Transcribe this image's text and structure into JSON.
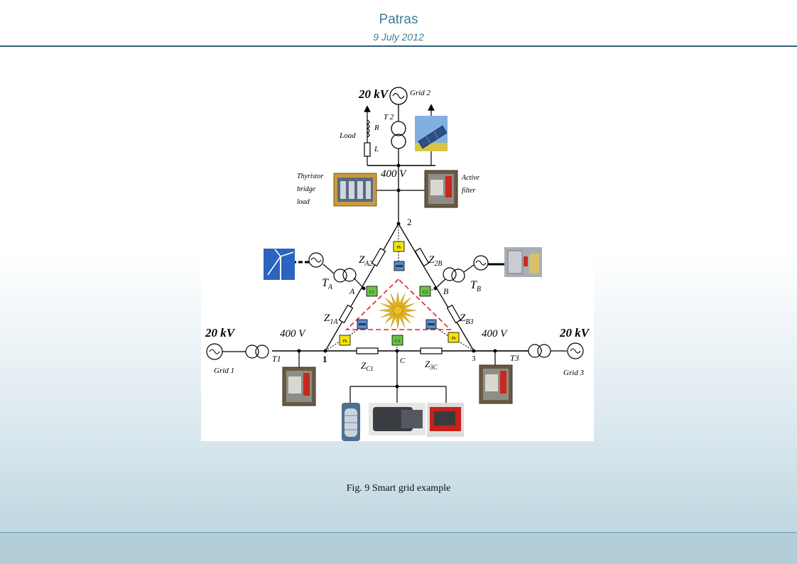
{
  "header": {
    "place": "Patras",
    "date": "9 July 2012"
  },
  "caption": "Fig. 9 Smart grid example",
  "diagram": {
    "v20_top": "20 kV",
    "v20_left": "20 kV",
    "v20_right": "20 kV",
    "v400_top": "400 V",
    "v400_left": "400 V",
    "v400_right": "400 V",
    "grid1": "Grid  1",
    "grid2": "Grid   2",
    "grid3": "Grid 3",
    "t1": "T1",
    "t2": "T 2",
    "t3": "T3",
    "load": "Load",
    "r": "R",
    "l": "L",
    "thyristor_1": "Thyristor",
    "thyristor_2": "bridge",
    "thyristor_3": "load",
    "active_1": "Active",
    "active_2": "filter",
    "node1": "1",
    "node2": "2",
    "node3": "3",
    "nodeA": "A",
    "nodeB": "B",
    "nodeC": "C",
    "ta_main": "T",
    "ta_sub": "A",
    "tb_main": "T",
    "tb_sub": "B",
    "za2_main": "Z",
    "za2_sub": "A2",
    "z2b_main": "Z",
    "z2b_sub": "2B",
    "z1a_main": "Z",
    "z1a_sub": "1A",
    "zb3_main": "Z",
    "zb3_sub": "B3",
    "zc1_main": "Z",
    "zc1_sub": "C1",
    "z3c_main": "Z",
    "z3c_sub": "3C",
    "ph_top": "Ph",
    "ph_left": "Ph",
    "ph_right": "Ph",
    "c1": "C1",
    "c2": "C2",
    "c3": "C3"
  },
  "colors": {
    "header_text": "#3d7f99",
    "rule": "#2f5f78",
    "controller_green": "#6cc04a",
    "phasor_yellow": "#f2e600",
    "comm_blue": "#5b8bc7",
    "link_red": "#e02020"
  }
}
